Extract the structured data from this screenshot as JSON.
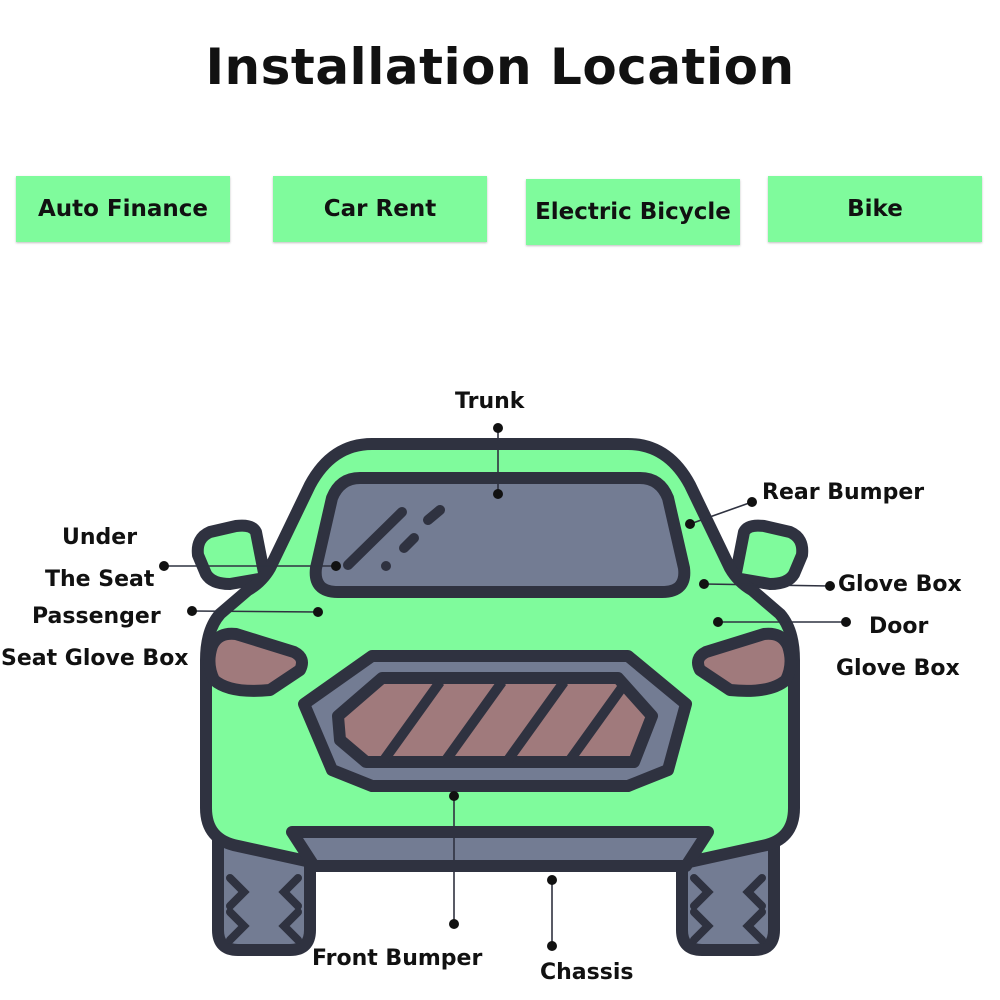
{
  "title": "Installation Location",
  "categories": [
    "Auto Finance",
    "Car Rent",
    "Electric Bicycle",
    "Bike"
  ],
  "labels": {
    "trunk": "Trunk",
    "rear_bumper": "Rear Bumper",
    "under_line1": "Under",
    "under_line2": "The Seat",
    "passenger": "Passenger",
    "seat_glove_box": "Seat Glove Box",
    "glove_box": "Glove Box",
    "door": "Door",
    "door_glove_box": "Glove Box",
    "front_bumper": "Front Bumper",
    "chassis": "Chassis"
  },
  "colors": {
    "tag_bg": "#7ffb9c",
    "car_body": "#7ffb9c",
    "outline": "#2f3240",
    "glass": "#737c93",
    "light": "#a07a7c"
  }
}
